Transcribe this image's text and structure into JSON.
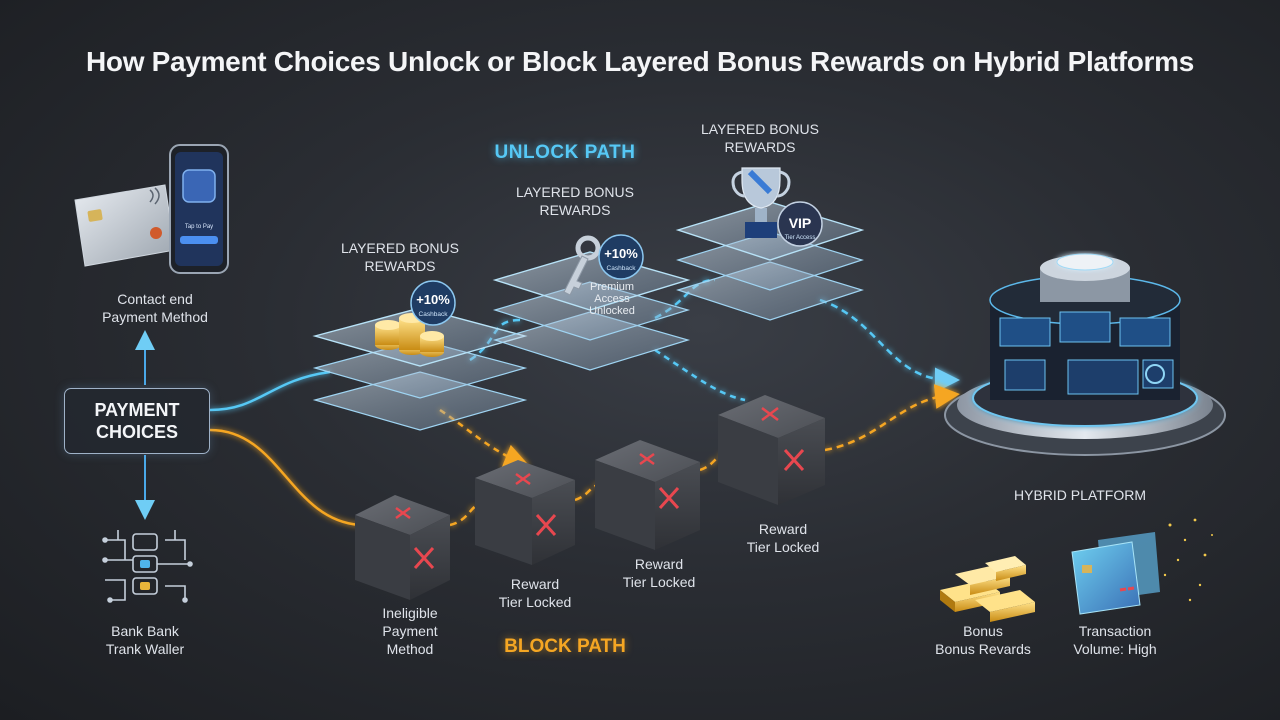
{
  "title": "How Payment Choices Unlock or Block Layered Bonus Rewards on Hybrid Platforms",
  "center": {
    "line1": "PAYMENT",
    "line2": "CHOICES"
  },
  "contactless": {
    "line1": "Contact end",
    "line2": "Payment Method"
  },
  "phone": {
    "screen_text": "Tap to Pay"
  },
  "bank": {
    "line1": "Bank Bank",
    "line2": "Trank Waller"
  },
  "unlock_path_label": "UNLOCK PATH",
  "block_path_label": "BLOCK PATH",
  "tiers": [
    {
      "label1": "LAYERED BONUS",
      "label2": "REWARDS",
      "badge_main": "+10%",
      "badge_sub": "Cashback"
    },
    {
      "label1": "LAYERED BONUS",
      "label2": "REWARDS",
      "badge_main": "+10%",
      "badge_sub": "Cashback",
      "note1": "Premium",
      "note2": "Access",
      "note3": "Unlocked"
    },
    {
      "label1": "LAYERED BONUS",
      "label2": "REWARDS",
      "badge_main": "VIP",
      "badge_sub": "Tier Access"
    }
  ],
  "blocks": [
    {
      "line1": "Ineligible",
      "line2": "Payment",
      "line3": "Method"
    },
    {
      "line1": "Reward",
      "line2": "Tier Locked"
    },
    {
      "line1": "Reward",
      "line2": "Tier Locked"
    },
    {
      "line1": "Reward",
      "line2": "Tier Locked"
    }
  ],
  "platform": {
    "label": "HYBRID PLATFORM"
  },
  "bonus": {
    "line1": "Bonus",
    "line2": "Bonus Revards"
  },
  "transaction": {
    "line1": "Transaction",
    "line2": "Volume: High"
  },
  "colors": {
    "unlock": "#56c8f5",
    "block": "#f5a623",
    "cross": "#e8474f",
    "gold": "#e8b53a"
  }
}
